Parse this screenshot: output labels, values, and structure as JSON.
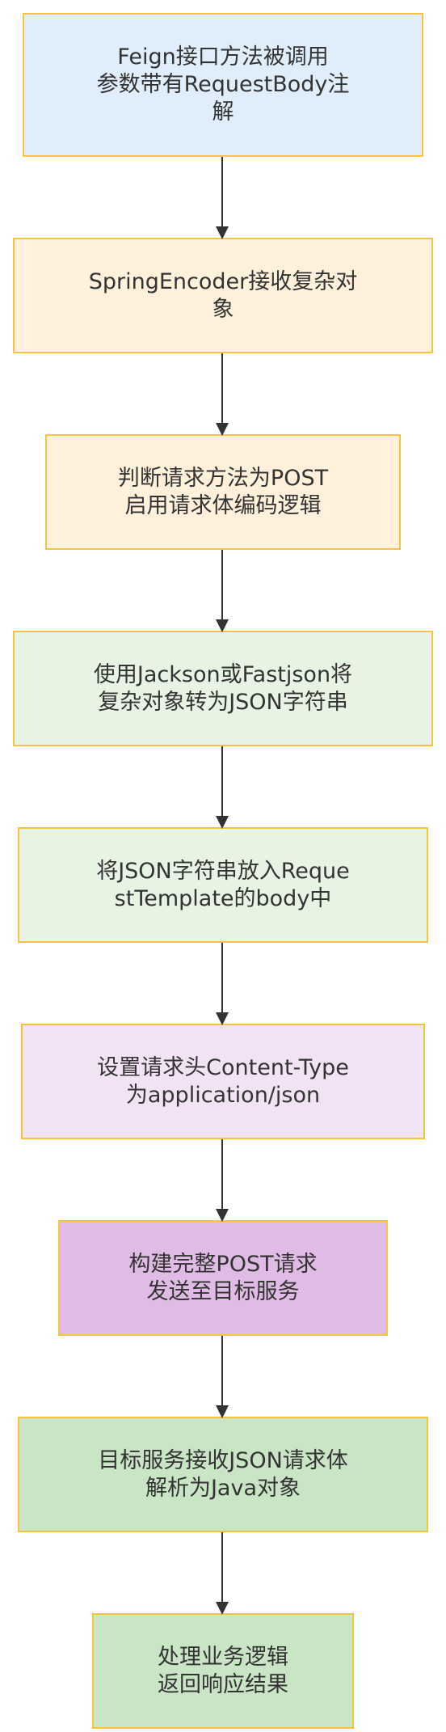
{
  "flowchart": {
    "nodes": [
      {
        "id": "n1",
        "text": "Feign接口方法被调用\n参数带有RequestBody注\n解",
        "fill": "#e0eefb"
      },
      {
        "id": "n2",
        "text": "SpringEncoder接收复杂对\n象",
        "fill": "#fff1dc"
      },
      {
        "id": "n3",
        "text": "判断请求方法为POST\n启用请求体编码逻辑",
        "fill": "#fff1dc"
      },
      {
        "id": "n4",
        "text": "使用Jackson或Fastjson将\n复杂对象转为JSON字符串",
        "fill": "#e7f4e4"
      },
      {
        "id": "n5",
        "text": "将JSON字符串放入Reque\nstTemplate的body中",
        "fill": "#e7f4e4"
      },
      {
        "id": "n6",
        "text": "设置请求头Content-Type\n为application/json",
        "fill": "#f2e3f4"
      },
      {
        "id": "n7",
        "text": "构建完整POST请求\n发送至目标服务",
        "fill": "#e0bbe5"
      },
      {
        "id": "n8",
        "text": "目标服务接收JSON请求体\n解析为Java对象",
        "fill": "#c9e5c6"
      },
      {
        "id": "n9",
        "text": "处理业务逻辑\n返回响应结果",
        "fill": "#c9e5c6"
      }
    ],
    "border_color": "#f5c242",
    "arrow_color": "#333333"
  }
}
